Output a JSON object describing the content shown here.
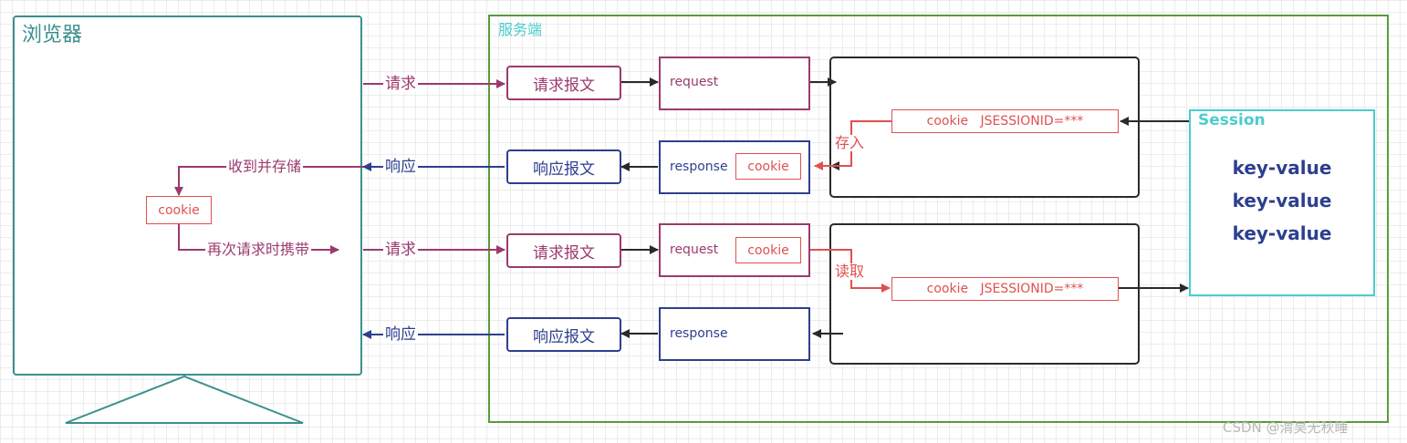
{
  "browser": {
    "title": "浏览器",
    "cookie": "cookie"
  },
  "server": {
    "title": "服务端"
  },
  "labels": {
    "request": "请求",
    "response": "响应",
    "receive_store": "收到并存储",
    "carry_again": "再次请求时携带",
    "store_in": "存入",
    "read": "读取"
  },
  "nodes": {
    "req_msg": "请求报文",
    "resp_msg": "响应报文",
    "request": "request",
    "response": "response",
    "cookie": "cookie",
    "cookie_jsession": "cookie   JSESSIONID=***"
  },
  "session": {
    "title": "Session",
    "entries": [
      "key-value",
      "key-value",
      "key-value"
    ]
  },
  "watermark": "CSDN @渭昊无秋睡",
  "colors": {
    "browser": "#3a8f8f",
    "server": "#5a9a3a",
    "request": "#9b3a6e",
    "response": "#2d3f8f",
    "cookie": "#e05050",
    "session": "#4ccccc",
    "dark": "#2a2a2a"
  }
}
